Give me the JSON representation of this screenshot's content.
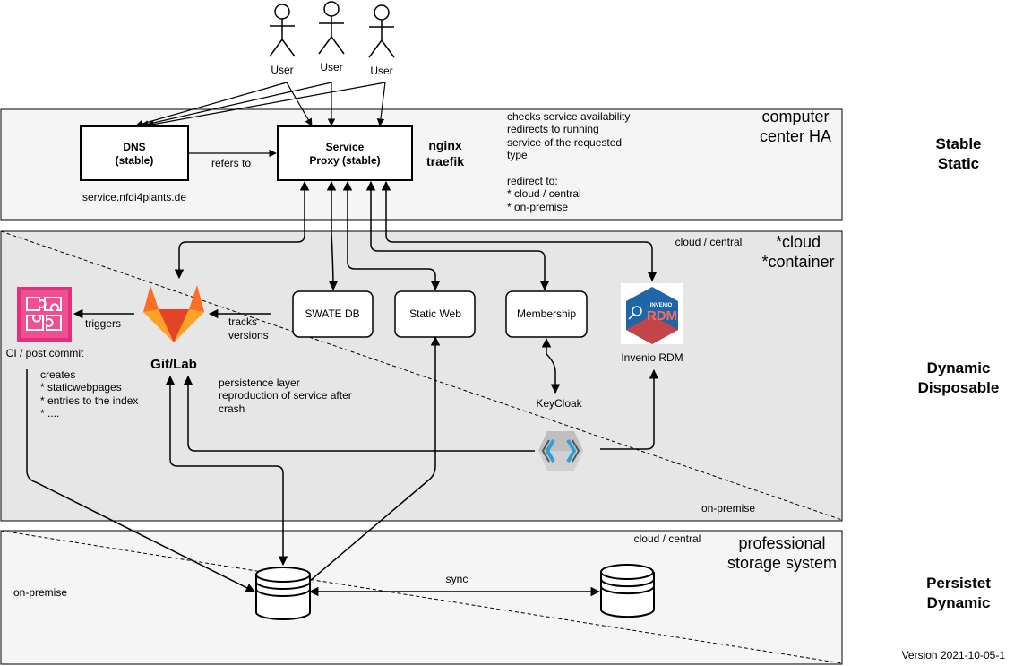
{
  "users": [
    "User",
    "User",
    "User"
  ],
  "zones": {
    "top": {
      "title_line1": "computer",
      "title_line2": "center HA"
    },
    "middle": {
      "title_line1": "*cloud",
      "title_line2": "*container",
      "cloud_label": "cloud / central",
      "onprem_label": "on-premise"
    },
    "bottom": {
      "title_line1": "professional",
      "title_line2": "storage system",
      "cloud_label": "cloud / central",
      "onprem_label": "on-premise"
    }
  },
  "side_labels": {
    "top": [
      "Stable",
      "Static"
    ],
    "middle": [
      "Dynamic",
      "Disposable"
    ],
    "bottom": [
      "Persistet",
      "Dynamic"
    ]
  },
  "dns": {
    "line1": "DNS",
    "line2": "(stable)",
    "domain": "service.nfdi4plants.de",
    "refers_to": "refers to"
  },
  "proxy": {
    "line1": "Service",
    "line2": "Proxy (stable)",
    "impl1": "nginx",
    "impl2": "traefik"
  },
  "proxy_notes": [
    "checks service availability",
    "redirects to running",
    "service of the requested",
    "type",
    "",
    "redirect to:",
    "* cloud / central",
    "* on-premise"
  ],
  "services": {
    "swate_db": "SWATE DB",
    "static_web": "Static Web",
    "membership": "Membership",
    "invenio": "Invenio RDM",
    "invenio_logo_small": "INVENIO",
    "invenio_logo_big": "RDM",
    "keycloak": "KeyCloak"
  },
  "gitlab": {
    "name": "Git/Lab",
    "triggers": "triggers",
    "tracks": [
      "tracks",
      "versions"
    ],
    "persistence": [
      "persistence layer",
      "reproduction of service after",
      "crash"
    ]
  },
  "ci": {
    "name": "CI / post commit",
    "creates": [
      "creates",
      "* staticwebpages",
      "* entries to the index",
      "* ...."
    ]
  },
  "storage": {
    "sync": "sync"
  },
  "version": "Version 2021-10-05-1",
  "colors": {
    "zone_top": "#f5f5f5",
    "zone_middle": "#e6e6e6",
    "zone_bottom": "#f5f5f5",
    "ci_pink": "#e0317c",
    "gitlab_orange": "#fc6d26",
    "invenio_blue": "#1f66a9"
  }
}
